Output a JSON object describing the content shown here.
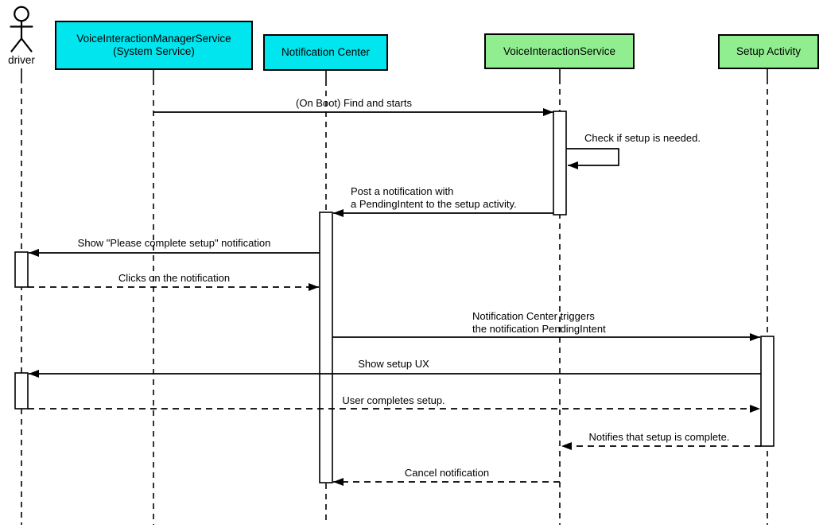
{
  "background": "#ffffff",
  "colors": {
    "participant_cyan": "#00e5ee",
    "participant_green": "#90ee90",
    "line": "#000000",
    "activation_fill": "#ffffff"
  },
  "actors": [
    {
      "id": "driver",
      "label": "driver",
      "kind": "actor",
      "icon": "person-icon"
    },
    {
      "id": "vims",
      "label": "VoiceInteractionManagerService\n(System Service)",
      "kind": "participant",
      "color": "#00e5ee"
    },
    {
      "id": "nc",
      "label": "Notification Center",
      "kind": "participant",
      "color": "#00e5ee"
    },
    {
      "id": "vis",
      "label": "VoiceInteractionService",
      "kind": "participant",
      "color": "#90ee90"
    },
    {
      "id": "sa",
      "label": "Setup Activity",
      "kind": "participant",
      "color": "#90ee90"
    }
  ],
  "messages": [
    {
      "n": 1,
      "from": "vims",
      "to": "vis",
      "text": "(On Boot) Find and starts",
      "line": "solid"
    },
    {
      "n": 2,
      "from": "vis",
      "to": "vis",
      "text": "Check if setup is needed.",
      "line": "solid",
      "self_message": true
    },
    {
      "n": 3,
      "from": "vis",
      "to": "nc",
      "text": "Post a notification with\na PendingIntent to the setup activity.",
      "line": "solid"
    },
    {
      "n": 4,
      "from": "nc",
      "to": "driver",
      "text": "Show \"Please complete setup\" notification",
      "line": "solid"
    },
    {
      "n": 5,
      "from": "driver",
      "to": "nc",
      "text": "Clicks on the notification",
      "line": "dashed"
    },
    {
      "n": 6,
      "from": "nc",
      "to": "sa",
      "text": "Notification Center triggers\nthe notification PendingIntent",
      "line": "solid"
    },
    {
      "n": 7,
      "from": "sa",
      "to": "driver",
      "text": "Show setup UX",
      "line": "solid"
    },
    {
      "n": 8,
      "from": "driver",
      "to": "sa",
      "text": "User completes setup.",
      "line": "dashed"
    },
    {
      "n": 9,
      "from": "sa",
      "to": "vis",
      "text": "Notifies that setup is complete.",
      "line": "dashed"
    },
    {
      "n": 10,
      "from": "vis",
      "to": "nc",
      "text": "Cancel notification",
      "line": "dashed"
    }
  ]
}
